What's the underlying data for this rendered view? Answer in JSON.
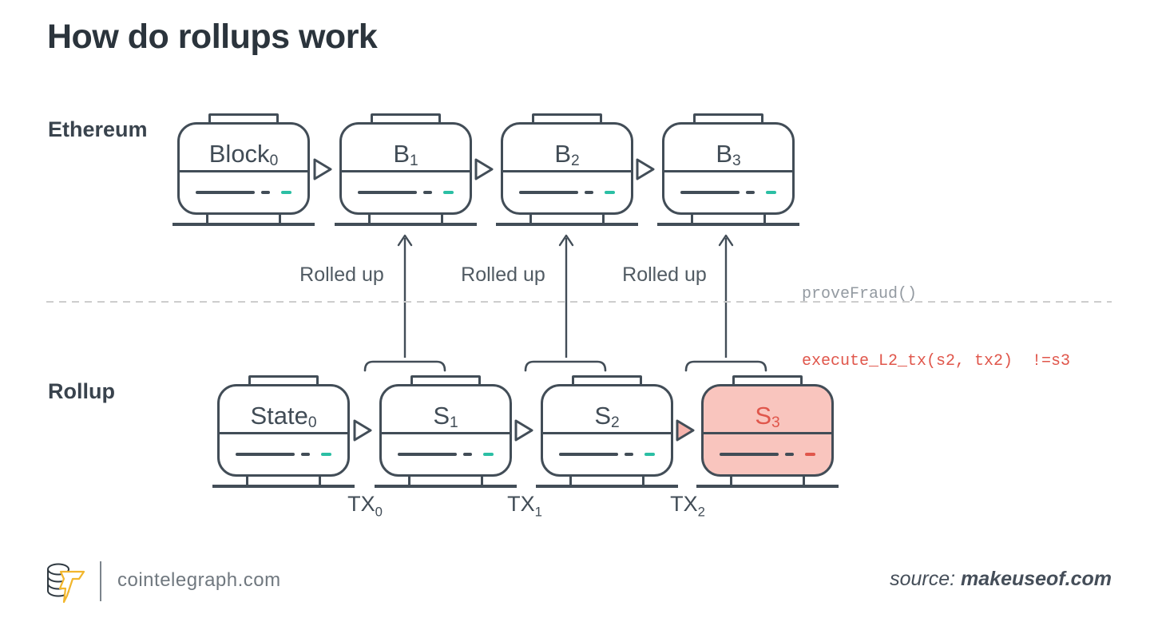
{
  "title": "How do rollups work",
  "layers": {
    "ethereum": {
      "label": "Ethereum",
      "blocks": [
        {
          "text": "Block",
          "sub": "0"
        },
        {
          "text": "B",
          "sub": "1"
        },
        {
          "text": "B",
          "sub": "2"
        },
        {
          "text": "B",
          "sub": "3"
        }
      ]
    },
    "rollup": {
      "label": "Rollup",
      "blocks": [
        {
          "text": "State",
          "sub": "0"
        },
        {
          "text": "S",
          "sub": "1"
        },
        {
          "text": "S",
          "sub": "2"
        },
        {
          "text": "S",
          "sub": "3"
        }
      ]
    }
  },
  "rolled_up_labels": [
    "Rolled up",
    "Rolled up",
    "Rolled up"
  ],
  "tx_labels": [
    {
      "text": "TX",
      "sub": "0"
    },
    {
      "text": "TX",
      "sub": "1"
    },
    {
      "text": "TX",
      "sub": "2"
    }
  ],
  "code": {
    "line1": "proveFraud()",
    "line2": "execute_L2_tx(s2, tx2)  !=s3"
  },
  "footer": {
    "site": "cointelegraph.com",
    "source_label": "source: ",
    "source_value": "makeuseof.com"
  },
  "colors": {
    "stroke": "#424d57",
    "accent_teal": "#2bbfa4",
    "highlight_pink": "#f9c5be",
    "error_red": "#e0564b",
    "code_gray": "#939aa1",
    "logo_gold": "#f2b62c"
  }
}
